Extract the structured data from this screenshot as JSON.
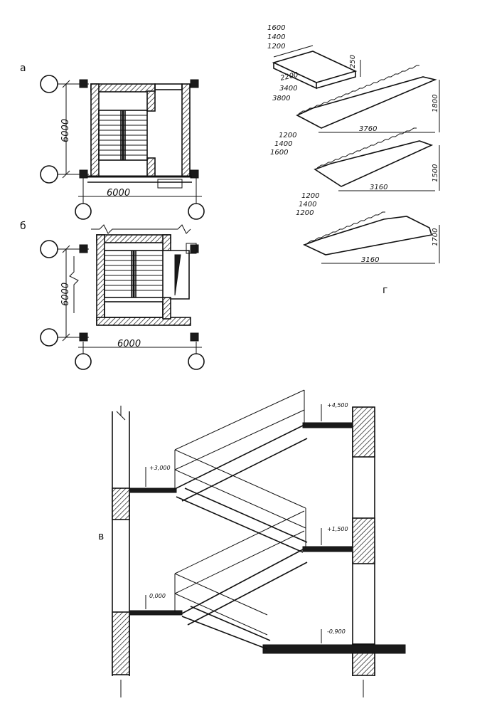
{
  "labels": {
    "a": "а",
    "b": "б",
    "v": "в",
    "g": "г"
  },
  "plan_a": {
    "dim_vertical": "6000",
    "dim_horizontal": "6000"
  },
  "plan_b": {
    "dim_vertical": "6000",
    "dim_horizontal": "6000"
  },
  "elements": {
    "landing_widths": [
      "1600",
      "1400",
      "1200"
    ],
    "landing_lengths": [
      "2200",
      "3400",
      "3800"
    ],
    "landing_thickness": "250",
    "flight1_length": "3760",
    "flight1_height": "1800",
    "flight1_widths": [
      "1200",
      "1400",
      "1600"
    ],
    "flight2_length": "3160",
    "flight2_height": "1500",
    "flight2_widths": [
      "1200",
      "1400",
      "1200"
    ],
    "flight3_length": "3160",
    "flight3_height": "1700"
  },
  "section": {
    "levels": [
      "+4,500",
      "+3,000",
      "+1,500",
      "0,000",
      "-0,900"
    ]
  }
}
